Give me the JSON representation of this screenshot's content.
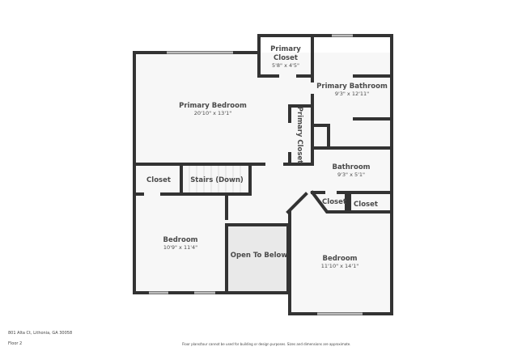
{
  "rooms": [
    {
      "name": "Primary Closet",
      "dims": "5'8\" x 4'5\""
    },
    {
      "name": "Primary Bathroom",
      "dims": "9'3\" x 12'11\""
    },
    {
      "name": "Primary Bedroom",
      "dims": "20'10\" x 13'1\""
    },
    {
      "name": "Primary Closet"
    },
    {
      "name": "Bathroom",
      "dims": "9'3\" x 5'1\""
    },
    {
      "name": "Closet"
    },
    {
      "name": "Stairs (Down)"
    },
    {
      "name": "Closet"
    },
    {
      "name": "Closet"
    },
    {
      "name": "Bedroom",
      "dims": "10'9\" x 11'4\""
    },
    {
      "name": "Open To Below"
    },
    {
      "name": "Bedroom",
      "dims": "11'10\" x 14'1\""
    }
  ],
  "footer": {
    "address": "801 Alta Ct, Lithonia, GA 30058",
    "floor": "Floor 2",
    "disclaimer": "Floor plans/tour cannot be used for building or design purposes. Sizes and dimensions are approximate."
  }
}
